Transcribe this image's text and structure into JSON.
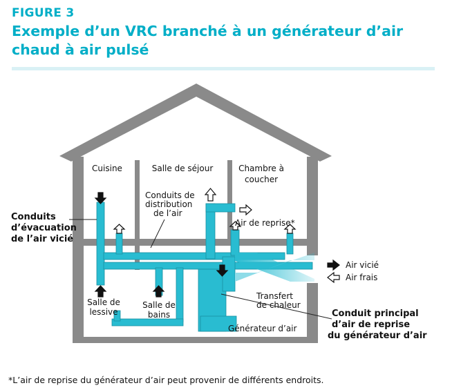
{
  "header": {
    "figure_label": "FIGURE 3",
    "title": "Exemple d’un VRC branché à un générateur d’air chaud à air pulsé"
  },
  "colors": {
    "accent": "#00AEC7",
    "house": "#8A8A8A",
    "duct": "#29BCD1",
    "rule": "#D9F1F5"
  },
  "rooms": {
    "kitchen": "Cuisine",
    "living": "Salle de séjour",
    "bedroom_1": "Chambre à",
    "bedroom_2": "coucher",
    "laundry_1": "Salle de",
    "laundry_2": "lessive",
    "bathroom_1": "Salle de",
    "bathroom_2": "bains"
  },
  "labels": {
    "exhaust_ducts_1": "Conduits",
    "exhaust_ducts_2": "d’évacuation",
    "exhaust_ducts_3": "de l’air vicié",
    "distribution_1": "Conduits de",
    "distribution_2": "distribution",
    "distribution_3": "de l’air",
    "return_air": "Air de reprise*",
    "stale_air": "Air vicié",
    "fresh_air": "Air frais",
    "heat_transfer_1": "Transfert",
    "heat_transfer_2": "de chaleur",
    "main_return_1": "Conduit principal",
    "main_return_2": "d’air de reprise",
    "main_return_3": "du générateur d’air",
    "furnace": "Générateur d’air"
  },
  "footnote": "*L’air de reprise du générateur d’air peut provenir de différents endroits."
}
